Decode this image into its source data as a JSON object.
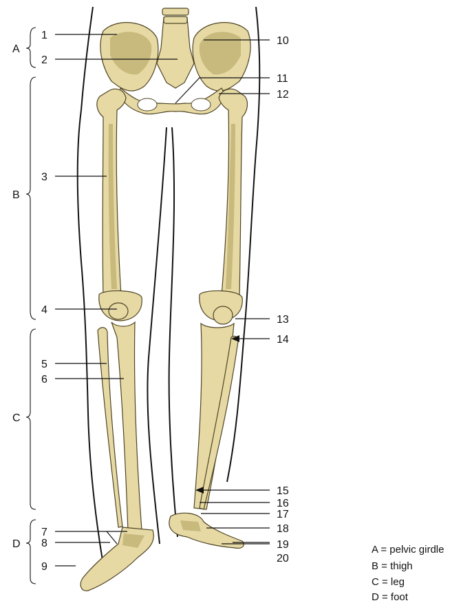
{
  "groups": [
    {
      "letter": "A"
    },
    {
      "letter": "B"
    },
    {
      "letter": "C"
    },
    {
      "letter": "D"
    }
  ],
  "callouts_left": [
    "1",
    "2",
    "3",
    "4",
    "5",
    "6",
    "7",
    "8",
    "9"
  ],
  "callouts_right": [
    "10",
    "11",
    "12",
    "13",
    "14",
    "15",
    "16",
    "17",
    "18",
    "19",
    "20"
  ],
  "legend": [
    {
      "text": "A = pelvic girdle"
    },
    {
      "text": "B = thigh"
    },
    {
      "text": "C = leg"
    },
    {
      "text": "D = foot"
    }
  ],
  "colors": {
    "bone": "#e6d9a4",
    "bone_shade": "#c8b97c",
    "outline": "#111111"
  }
}
